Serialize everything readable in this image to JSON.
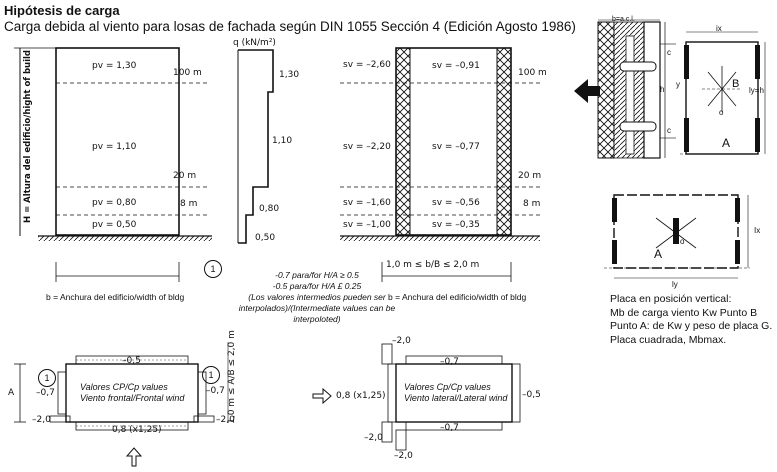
{
  "header": {
    "title": "Hipótesis de carga",
    "subtitle": "Carga debida al viento para losas de fachada según DIN 1055 Sección 4 (Edición Agosto 1986)"
  },
  "left_building": {
    "vertical_axis_label": "H = Altura del edificio/hight of build",
    "zones": [
      "pv = 1,30",
      "pv = 1,10",
      "pv = 0,80",
      "pv = 0,50"
    ],
    "heights": [
      "100 m",
      "20 m",
      "8 m"
    ],
    "width_label": "b = Anchura del edificio/width of bldg"
  },
  "profile": {
    "axis_label": "q (kN/m²)",
    "values": [
      "1,30",
      "1,10",
      "0,80",
      "0,50"
    ]
  },
  "right_building": {
    "left_values": [
      "sv = –2,60",
      "sv = –2,20",
      "sv = –1,60",
      "sv = –1,00"
    ],
    "inner_values": [
      "sv = –0,91",
      "sv = –0,77",
      "sv = –0,56",
      "sv = –0,35"
    ],
    "heights": [
      "100 m",
      "20 m",
      "8 m"
    ],
    "ratio_label": "1,0 m ≤ b/B ≤ 2,0 m",
    "width_label": "b = Anchura del edificio/width of bldg"
  },
  "center_note": {
    "marker": "1",
    "lines": [
      "-0.7 para/for H/A ≥ 0.5",
      "-0.5 para/for H/A £ 0.25",
      "(Los valores intermedios pueden ser",
      "interpolados)/(Intermediate values can be",
      "interpoloted)"
    ]
  },
  "plan_frontal": {
    "top_value": "–0,5",
    "left_value": "–0,7",
    "right_value": "–0,7",
    "left_bottom": "–2,0",
    "right_bottom": "–2,0",
    "bottom_value": "0,8 (x1,25)",
    "side_label": "A",
    "marker_left": "1",
    "marker_right": "1",
    "ratio_label": "1,0 m ≤ A/B ≤ 2,0 m",
    "line1": "Valores CP/Cp values",
    "line2": "Viento frontal/Frontal wind"
  },
  "plan_lateral": {
    "arrow_label": "0,8 (x1,25)",
    "top_left": "–2,0",
    "top_value": "–0,7",
    "bottom_value": "–0,7",
    "right_value": "–0,5",
    "bottom_left": "–2,0",
    "bottom_right": "–2,0",
    "line1": "Valores Cp/Cp values",
    "line2": "Viento lateral/Lateral wind"
  },
  "panel_detail": {
    "label_bacl": "b=a.c.l.",
    "label_c": "c",
    "label_h": "h",
    "label_y": "y",
    "label_ix": "ix",
    "label_B": "B",
    "label_o": "o",
    "label_A": "A",
    "label_lyh": "ly=h"
  },
  "square_panel": {
    "label_ix": "Ix",
    "label_ly": "ly",
    "label_A": "A",
    "label_o": "o"
  },
  "notes": [
    "Placa en posición vertical:",
    "Mb de carga viento Kw Punto B",
    "Punto A: de Kw y peso de placa G.",
    "Placa cuadrada, Mbmax."
  ]
}
